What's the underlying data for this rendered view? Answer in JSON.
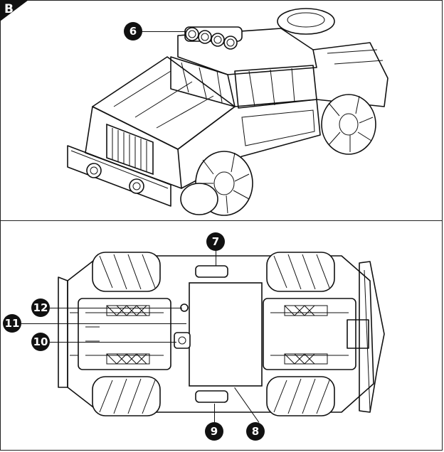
{
  "figure": {
    "panel_letter": "B",
    "callouts": [
      {
        "id": "callout-6",
        "label": "6"
      },
      {
        "id": "callout-7",
        "label": "7"
      },
      {
        "id": "callout-8",
        "label": "8"
      },
      {
        "id": "callout-9",
        "label": "9"
      },
      {
        "id": "callout-10",
        "label": "10"
      },
      {
        "id": "callout-11",
        "label": "11"
      },
      {
        "id": "callout-12",
        "label": "12"
      }
    ]
  },
  "colors": {
    "ink": "#111111",
    "background": "#ffffff"
  }
}
